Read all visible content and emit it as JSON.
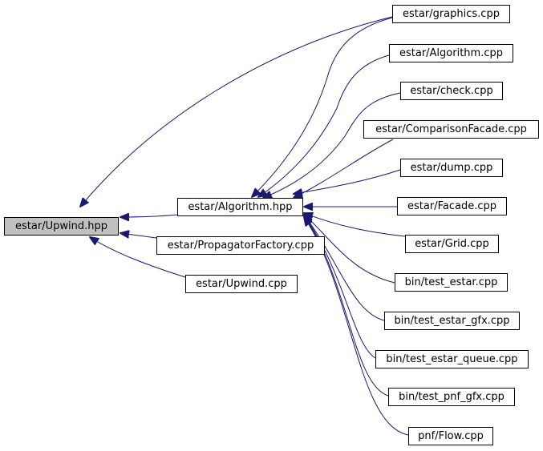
{
  "graph": {
    "edge_color": "#191970",
    "root": {
      "id": "upwind_hpp",
      "label": "estar/Upwind.hpp",
      "fill": "#c0c0c0"
    },
    "nodes": [
      {
        "id": "algorithm_hpp",
        "label": "estar/Algorithm.hpp"
      },
      {
        "id": "propagator_factory_cpp",
        "label": "estar/PropagatorFactory.cpp"
      },
      {
        "id": "upwind_cpp",
        "label": "estar/Upwind.cpp"
      },
      {
        "id": "graphics_cpp",
        "label": "estar/graphics.cpp"
      },
      {
        "id": "algorithm_cpp",
        "label": "estar/Algorithm.cpp"
      },
      {
        "id": "check_cpp",
        "label": "estar/check.cpp"
      },
      {
        "id": "comparison_facade_cpp",
        "label": "estar/ComparisonFacade.cpp"
      },
      {
        "id": "dump_cpp",
        "label": "estar/dump.cpp"
      },
      {
        "id": "facade_cpp",
        "label": "estar/Facade.cpp"
      },
      {
        "id": "grid_cpp",
        "label": "estar/Grid.cpp"
      },
      {
        "id": "test_estar_cpp",
        "label": "bin/test_estar.cpp"
      },
      {
        "id": "test_estar_gfx_cpp",
        "label": "bin/test_estar_gfx.cpp"
      },
      {
        "id": "test_estar_queue_cpp",
        "label": "bin/test_estar_queue.cpp"
      },
      {
        "id": "test_pnf_gfx_cpp",
        "label": "bin/test_pnf_gfx.cpp"
      },
      {
        "id": "flow_cpp",
        "label": "pnf/Flow.cpp"
      }
    ],
    "edges": [
      {
        "from": "algorithm_hpp",
        "to": "upwind_hpp"
      },
      {
        "from": "propagator_factory_cpp",
        "to": "upwind_hpp"
      },
      {
        "from": "upwind_cpp",
        "to": "upwind_hpp"
      },
      {
        "from": "graphics_cpp",
        "to": "upwind_hpp"
      },
      {
        "from": "graphics_cpp",
        "to": "algorithm_hpp"
      },
      {
        "from": "algorithm_cpp",
        "to": "algorithm_hpp"
      },
      {
        "from": "check_cpp",
        "to": "algorithm_hpp"
      },
      {
        "from": "comparison_facade_cpp",
        "to": "algorithm_hpp"
      },
      {
        "from": "dump_cpp",
        "to": "algorithm_hpp"
      },
      {
        "from": "facade_cpp",
        "to": "algorithm_hpp"
      },
      {
        "from": "grid_cpp",
        "to": "algorithm_hpp"
      },
      {
        "from": "test_estar_cpp",
        "to": "algorithm_hpp"
      },
      {
        "from": "test_estar_gfx_cpp",
        "to": "algorithm_hpp"
      },
      {
        "from": "test_estar_queue_cpp",
        "to": "algorithm_hpp"
      },
      {
        "from": "test_pnf_gfx_cpp",
        "to": "algorithm_hpp"
      },
      {
        "from": "flow_cpp",
        "to": "algorithm_hpp"
      }
    ]
  }
}
